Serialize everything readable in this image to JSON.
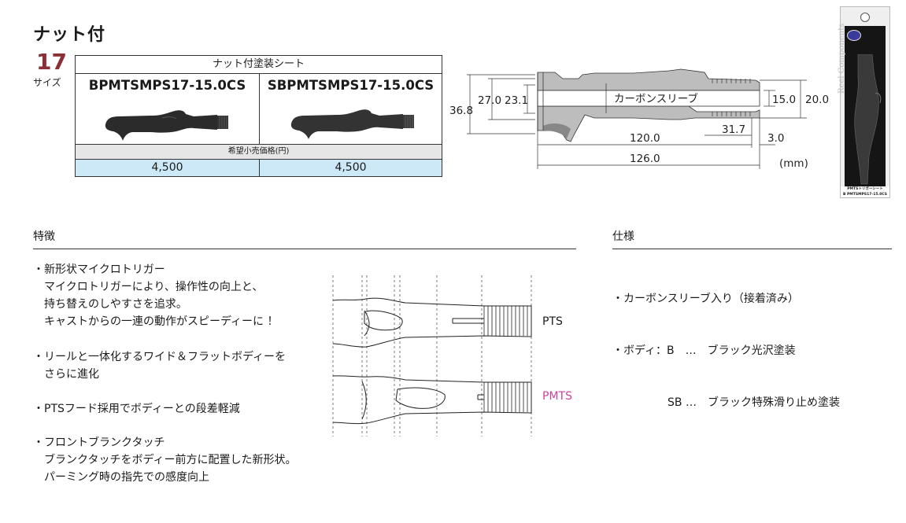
{
  "page": {
    "title": "ナット付",
    "size_number": "17",
    "size_label": "サイズ"
  },
  "product_table": {
    "header": "ナット付塗装シート",
    "products": [
      {
        "code": "BPMTSMPS17-15.0CS",
        "price": "4,500"
      },
      {
        "code": "SBPMTSMPS17-15.0CS",
        "price": "4,500"
      }
    ],
    "price_header": "希望小売価格(円)"
  },
  "dimensions": {
    "labels": {
      "outer_dia": "36.8",
      "dia_27": "27.0",
      "dia_23": "23.1",
      "sleeve": "カーボンスリーブ",
      "inner_15": "15.0",
      "inner_20": "20.0",
      "len_31": "31.7",
      "len_3": "3.0",
      "len_120": "120.0",
      "len_126": "126.0",
      "unit": "(mm)"
    }
  },
  "package": {
    "brand": "Reel Components",
    "label_line1": "PMTSトリガーシート",
    "label_line2": "B PMTSMPS17-15.0CS"
  },
  "features": {
    "heading": "特徴",
    "items": [
      {
        "lines": [
          "・新形状マイクロトリガー",
          "　マイクロトリガーにより、操作性の向上と、",
          "　持ち替えのしやすさを追求。",
          "　キャストからの一連の動作がスピーディーに ！"
        ]
      },
      {
        "lines": [
          "・リールと一体化するワイド＆フラットボディーを",
          "　さらに進化"
        ]
      },
      {
        "lines": [
          "・PTSフード採用でボディーとの段差軽減"
        ]
      },
      {
        "lines": [
          "・フロントブランクタッチ",
          "　ブランクタッチをボディー前方に配置した新形状。",
          "　パーミング時の指先での感度向上"
        ]
      }
    ]
  },
  "compare": {
    "label_pts": "PTS",
    "label_pmts": "PMTS",
    "pmts_color": "#d0409a"
  },
  "specs": {
    "heading": "仕様",
    "lines": [
      "・カーボンスリーブ入り（接着済み）",
      "・ボディ：B　…　ブラック光沢塗装",
      "　　　　　SB …　ブラック特殊滑り止め塗装"
    ]
  }
}
